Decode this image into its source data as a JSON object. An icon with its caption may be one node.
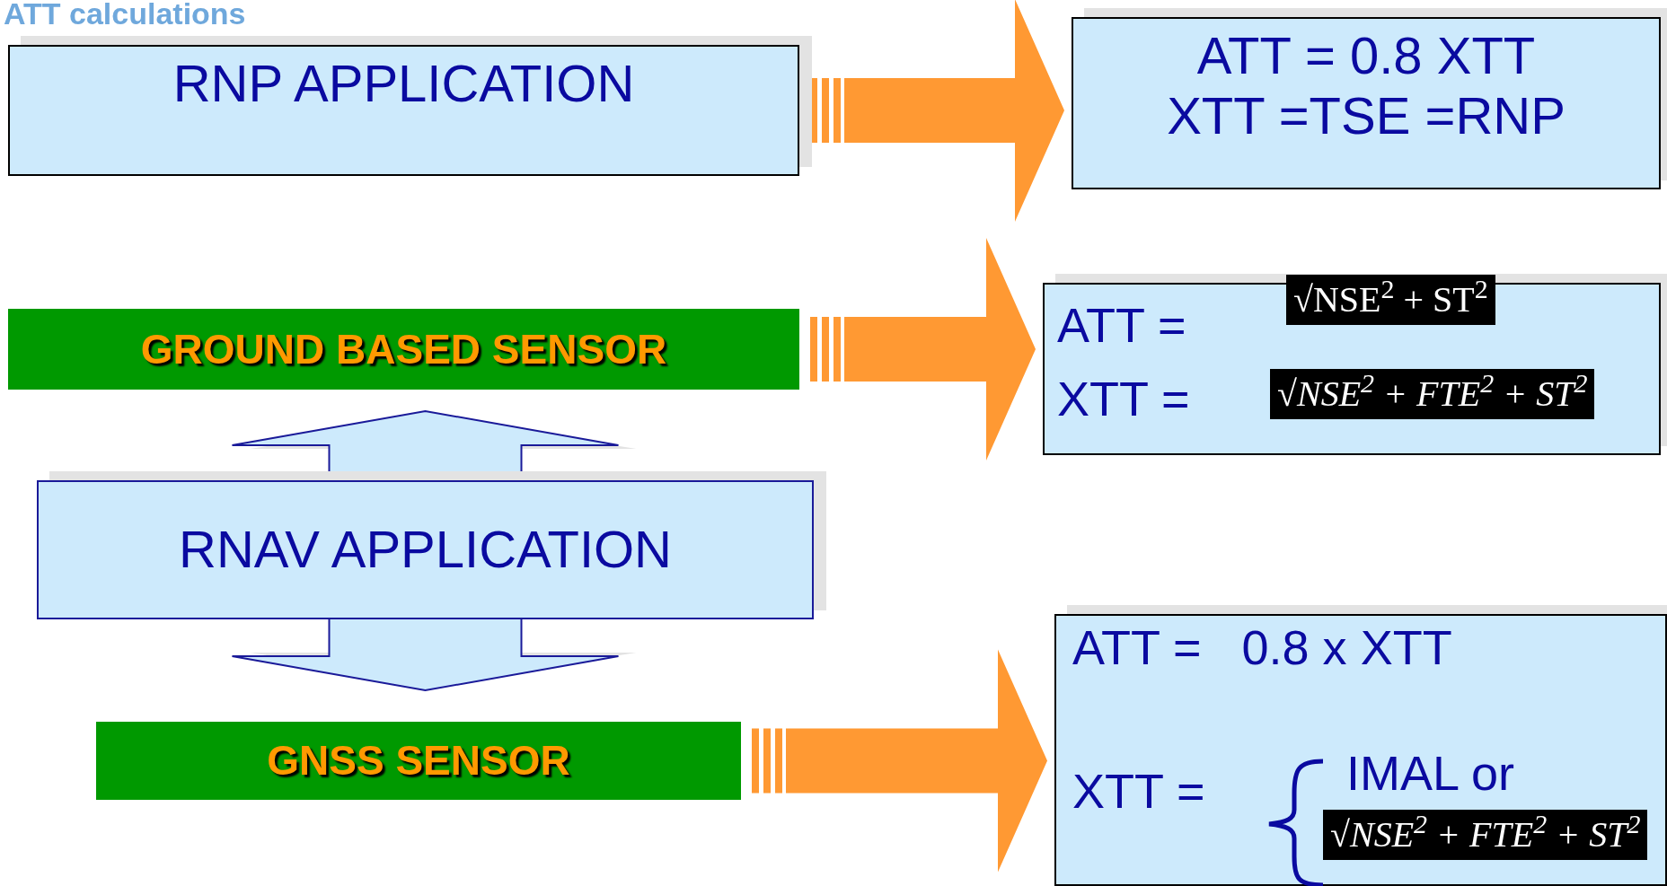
{
  "diagram": {
    "title": "ATT calculations",
    "nodes": [
      {
        "text": [
          "RNP APPLICATION"
        ]
      },
      {
        "text": [
          "ATT = 0.8 XTT",
          "XTT =TSE =RNP"
        ]
      },
      {
        "text": [
          "GROUND BASED SENSOR"
        ]
      },
      {
        "text": [
          "ATT =",
          "√NSE$^{2}$ + ST$^{2}$",
          "XTT =",
          "√NSE$^{2}$ + FTE$^{2}$ + ST$^{2}$"
        ]
      },
      {
        "text": [
          "RNAV APPLICATION"
        ]
      },
      {
        "text": [
          "GNSS SENSOR"
        ]
      },
      {
        "text": [
          "ATT =   0.8 x XTT",
          "XTT =",
          "IMAL or",
          "√NSE$^{2}$ + FTE$^{2}$ + ST$^{2}$"
        ]
      }
    ],
    "edges": [
      {
        "from": 0,
        "to": 1,
        "arrow": "to"
      },
      {
        "from": 2,
        "to": 3,
        "arrow": "to"
      },
      {
        "from": 5,
        "to": 6,
        "arrow": "to"
      },
      {
        "from": 4,
        "to": 2,
        "arrow": "to",
        "color": "#cdeafc"
      },
      {
        "from": 4,
        "to": 5,
        "arrow": "to",
        "color": "#cdeafc"
      }
    ]
  }
}
